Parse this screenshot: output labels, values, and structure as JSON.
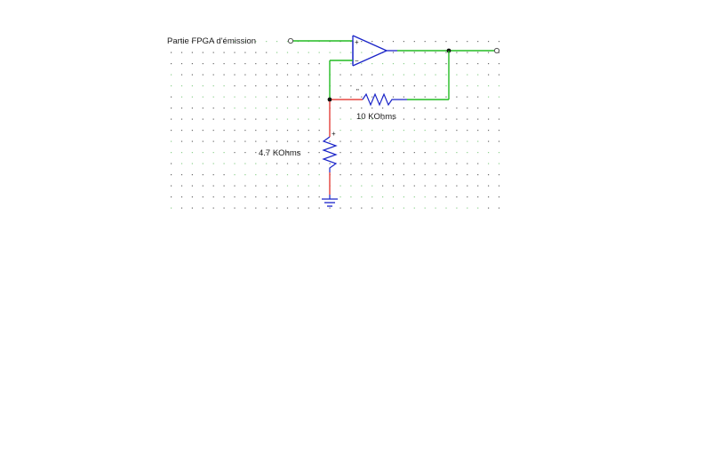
{
  "labels": {
    "input": "Partie FPGA d'émission",
    "feedback_resistor": "10 KOhms",
    "ground_resistor": "4.7 KOhms",
    "opamp_plus": "+",
    "opamp_minus": "−",
    "r1_pol": "\"",
    "r2_pol": "+"
  },
  "colors": {
    "wire": "#22bb22",
    "component": "#1a24c8",
    "ground_wire": "#e0201a",
    "node": "#111111",
    "grid_dot_dark": "#6a6a6a",
    "grid_dot_green": "#8fd08f"
  }
}
